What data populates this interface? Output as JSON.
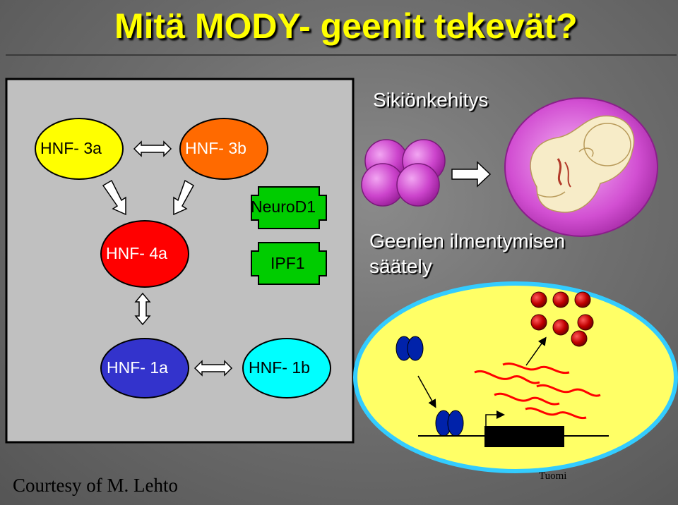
{
  "title": "Mitä MODY- geenit tekevät?",
  "genes": {
    "hnf3a": "HNF- 3a",
    "hnf3b": "HNF- 3b",
    "hnf4a": "HNF- 4a",
    "neurod1": "NeuroD1",
    "ipf1": "IPF1",
    "hnf1a": "HNF- 1a",
    "hnf1b": "HNF- 1b"
  },
  "right": {
    "embryo_heading": "Sikiönkehitys",
    "regulation_heading_line1": "Geenien ilmentymisen",
    "regulation_heading_line2": "säätely"
  },
  "footer": {
    "courtesy": "Courtesy of M. Lehto",
    "author_mark": "Tuomi"
  },
  "colors": {
    "title": "#ffff00",
    "hnf3a": "#ffff00",
    "hnf3b": "#ff6a00",
    "hnf4a": "#ff0000",
    "neurod_ipf": "#00cc00",
    "hnf1a": "#3333cc",
    "hnf1b": "#00ffff",
    "cell": "#ffff66",
    "cell_border": "#33ccff"
  }
}
